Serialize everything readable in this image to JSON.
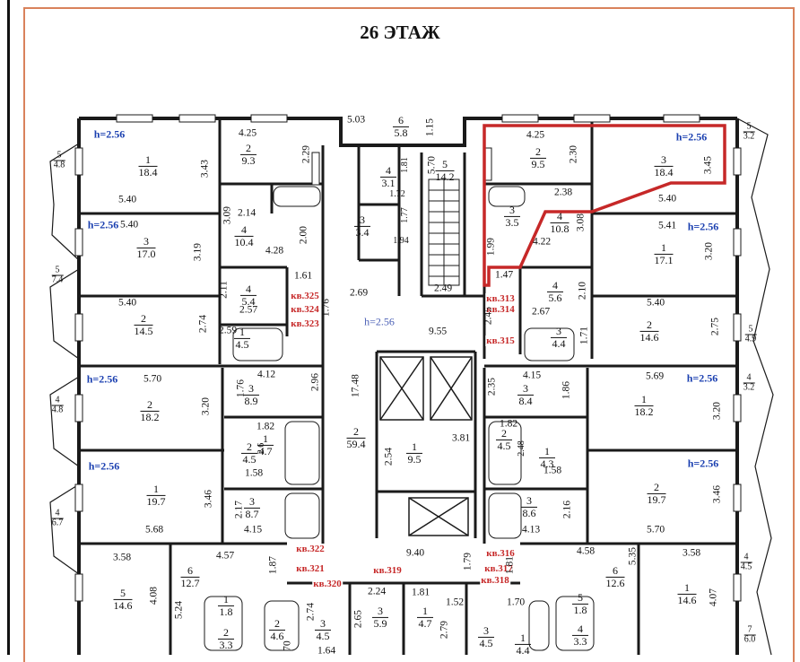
{
  "title": "26 ЭТАЖ",
  "colors": {
    "frame": "#d9825b",
    "wall": "#1a1a1a",
    "highlight": "#c62828",
    "height_label": "#1a3fb0",
    "apartment_label": "#c62828"
  },
  "ceiling_height": "h=2.56",
  "core": {
    "top_room_a": "6",
    "top_room_b": "5.8",
    "top_dim_a": "5.03",
    "top_dim_b": "1.15",
    "stair_dim": "5.70",
    "stair_room": "5",
    "stair_area": "14.2",
    "landing": "2.49",
    "hall_h": "h=2.56",
    "hall_dim": "9.55",
    "hall_dim2": "2.69",
    "corridor_dim": "17.48",
    "corridor_room": "2",
    "corridor_area": "59.4",
    "lift_room": "1",
    "lift_area": "9.5",
    "lift_dim_a": "3.81",
    "lift_dim_b": "2.54",
    "bottom_dim": "9.40"
  },
  "apartments": [
    "кв.325",
    "кв.324",
    "кв.323",
    "кв.313",
    "кв.314",
    "кв.315",
    "кв.322",
    "кв.321",
    "кв.320",
    "кв.319",
    "кв.316",
    "кв.317",
    "кв.318"
  ],
  "rooms": [
    {
      "n": "1",
      "a": "18.4"
    },
    {
      "n": "2",
      "a": "9.3"
    },
    {
      "n": "3",
      "a": "17.0"
    },
    {
      "n": "4",
      "a": "10.4"
    },
    {
      "n": "4",
      "a": "5.4"
    },
    {
      "n": "2",
      "a": "14.5"
    },
    {
      "n": "1",
      "a": "4.5"
    },
    {
      "n": "2",
      "a": "18.2"
    },
    {
      "n": "3",
      "a": "8.9"
    },
    {
      "n": "1",
      "a": "4.7"
    },
    {
      "n": "2",
      "a": "4.5"
    },
    {
      "n": "1",
      "a": "19.7"
    },
    {
      "n": "3",
      "a": "8.7"
    },
    {
      "n": "5",
      "a": "14.6"
    },
    {
      "n": "6",
      "a": "12.7"
    },
    {
      "n": "1",
      "a": "1.8"
    },
    {
      "n": "2",
      "a": "3.3"
    },
    {
      "n": "2",
      "a": "4.6"
    },
    {
      "n": "3",
      "a": "4.5"
    },
    {
      "n": "3",
      "a": "5.9"
    },
    {
      "n": "1",
      "a": "4.7"
    },
    {
      "n": "3",
      "a": "4.5"
    },
    {
      "n": "4",
      "a": "3.1"
    },
    {
      "n": "3",
      "a": "3.4"
    },
    {
      "n": "2",
      "a": "9.5"
    },
    {
      "n": "3",
      "a": "18.4"
    },
    {
      "n": "3",
      "a": "3.5"
    },
    {
      "n": "4",
      "a": "10.8"
    },
    {
      "n": "1",
      "a": "17.1"
    },
    {
      "n": "4",
      "a": "5.6"
    },
    {
      "n": "3",
      "a": "4.4"
    },
    {
      "n": "2",
      "a": "14.6"
    },
    {
      "n": "3",
      "a": "8.4"
    },
    {
      "n": "1",
      "a": "18.2"
    },
    {
      "n": "2",
      "a": "4.5"
    },
    {
      "n": "1",
      "a": "4.3"
    },
    {
      "n": "3",
      "a": "8.6"
    },
    {
      "n": "2",
      "a": "19.7"
    },
    {
      "n": "1",
      "a": "14.6"
    },
    {
      "n": "6",
      "a": "12.6"
    },
    {
      "n": "5",
      "a": "1.8"
    },
    {
      "n": "4",
      "a": "3.3"
    },
    {
      "n": "1",
      "a": "4.4"
    }
  ],
  "balconies": [
    {
      "n": "5",
      "a": "4.8"
    },
    {
      "n": "5",
      "a": "7.4"
    },
    {
      "n": "4",
      "a": "4.8"
    },
    {
      "n": "4",
      "a": "6.7"
    },
    {
      "n": "5",
      "a": "3.2"
    },
    {
      "n": "5",
      "a": "4.9"
    },
    {
      "n": "4",
      "a": "3.2"
    },
    {
      "n": "4",
      "a": "4.5"
    },
    {
      "n": "7",
      "a": "6.0"
    }
  ],
  "dims": {
    "l1": "5.40",
    "l2": "3.43",
    "l3": "4.25",
    "l4": "2.29",
    "l5": "5.40",
    "l6": "3.19",
    "l7": "3.09",
    "l8": "2.14",
    "l9": "4.28",
    "l10": "2.00",
    "l11": "1.61",
    "l12": "2.11",
    "l13": "5.40",
    "l14": "2.57",
    "l15": "1.76",
    "l16": "2.74",
    "l17": "2.59",
    "l18": "5.70",
    "l19": "3.20",
    "l20": "4.12",
    "l21": "1.76",
    "l22": "2.96",
    "l23": "1.82",
    "l24": "2.6",
    "l25": "1.58",
    "l26": "3.46",
    "l27": "5.68",
    "l28": "2.17",
    "l29": "4.15",
    "l30": "3.58",
    "l31": "4.57",
    "l32": "4.08",
    "l33": "5.24",
    "l34": "1.87",
    "l35": "2.74",
    "l36": "70",
    "l37": "1.64",
    "l38": "2.24",
    "l39": "2.65",
    "l40": "1.81",
    "l41": "1.52",
    "l42": "2.79",
    "l43": "1.70",
    "l44": "1.79",
    "c1": "1.81",
    "c2": "1.72",
    "c3": "1.77",
    "c4": "1.94",
    "r1": "4.25",
    "r2": "2.30",
    "r3": "5.40",
    "r4": "3.45",
    "r5": "2.38",
    "r6": "3.08",
    "r7": "1.99",
    "r8": "4.22",
    "r9": "5.41",
    "r10": "3.20",
    "r11": "1.47",
    "r12": "2.10",
    "r13": "2.67",
    "r14": "2.45",
    "r15": "5.40",
    "r16": "2.75",
    "r17": "1.71",
    "r18": "4.15",
    "r19": "2.35",
    "r20": "1.86",
    "r21": "5.69",
    "r22": "3.20",
    "r23": "1.82",
    "r24": "2.48",
    "r25": "1.58",
    "r26": "2.16",
    "r27": "3.46",
    "r28": "4.13",
    "r29": "5.70",
    "r30": "4.58",
    "r31": "5.35",
    "r32": "3.58",
    "r33": "1.81",
    "r34": "4.07",
    "r35": "1.76"
  }
}
